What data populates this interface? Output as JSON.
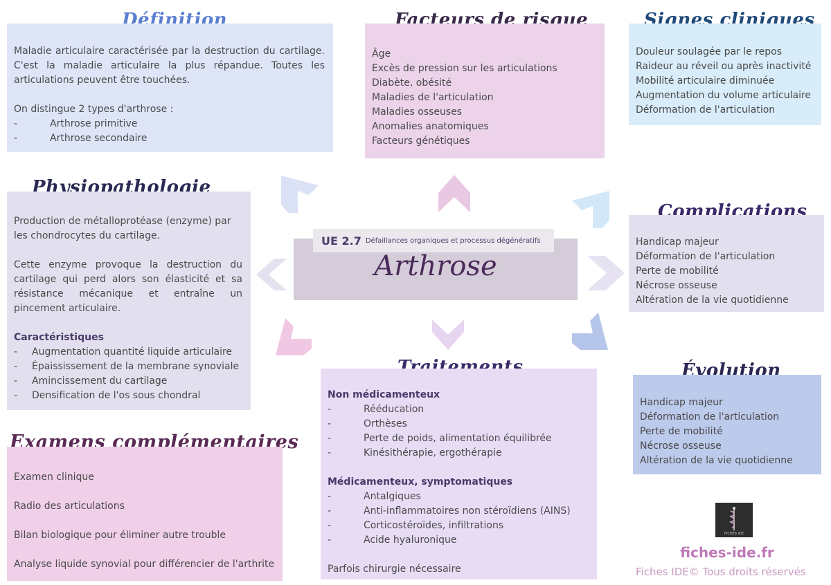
{
  "center": {
    "ue_code": "UE 2.7",
    "ue_label": "Défaillances organiques et processus dégénératifs",
    "title": "Arthrose"
  },
  "definition": {
    "title": "Définition",
    "para1": "Maladie articulaire caractérisée par la destruction du cartilage. C'est la maladie articulaire la plus répandue. Toutes les articulations peuvent être touchées.",
    "para2": "On distingue 2 types d'arthrose :",
    "items": [
      "Arthrose primitive",
      "Arthrose secondaire"
    ]
  },
  "facteurs": {
    "title": "Facteurs de risque",
    "items": [
      "Âge",
      "Excès de pression sur les articulations",
      "Diabète, obésité",
      "Maladies de l'articulation",
      "Maladies osseuses",
      "Anomalies anatomiques",
      "Facteurs génétiques"
    ]
  },
  "signes": {
    "title": "Signes cliniques",
    "items": [
      "Douleur soulagée par le repos",
      "Raideur au réveil ou après inactivité",
      "Mobilité articulaire diminuée",
      "Augmentation du volume articulaire",
      "Déformation de l'articulation"
    ]
  },
  "physio": {
    "title": "Physiopathologie",
    "para1": "Production de métalloprotéase (enzyme) par les chondrocytes du cartilage.",
    "para2": "Cette enzyme provoque la destruction du cartilage qui perd alors son élasticité et sa résistance mécanique et entraîne un pincement articulaire.",
    "sub_title": "Caractéristiques",
    "items": [
      "Augmentation quantité liquide articulaire",
      "Épaississement de la membrane synoviale",
      "Amincissement du cartilage",
      "Densification de l'os sous chondral"
    ]
  },
  "complications": {
    "title": "Complications",
    "items": [
      "Handicap majeur",
      "Déformation de l'articulation",
      "Perte de mobilité",
      "Nécrose osseuse",
      "Altération de la vie quotidienne"
    ]
  },
  "examens": {
    "title": "Examens complémentaires",
    "items": [
      "Examen clinique",
      "Radio des articulations",
      "Bilan biologique pour éliminer autre trouble",
      "Analyse liquide synovial pour différencier de l'arthrite"
    ]
  },
  "traitements": {
    "title": "Traitements",
    "sub1": "Non médicamenteux",
    "items1": [
      "Rééducation",
      "Orthèses",
      "Perte de poids, alimentation équilibrée",
      "Kinésithérapie, ergothérapie"
    ],
    "sub2": "Médicamenteux, symptomatiques",
    "items2": [
      "Antalgiques",
      "Anti-inflammatoires non stéroïdiens (AINS)",
      "Corticostéroïdes, infiltrations",
      "Acide hyaluronique"
    ],
    "footer": "Parfois chirurgie nécessaire"
  },
  "evolution": {
    "title": "Évolution",
    "items": [
      "Handicap majeur",
      "Déformation de l'articulation",
      "Perte de mobilité",
      "Nécrose osseuse",
      "Altération de la vie quotidienne"
    ]
  },
  "brand": {
    "logo_text": "FICHES IDE",
    "site": "fiches-ide.fr",
    "copyright": "Fiches IDE© Tous droits réservés"
  },
  "colors": {
    "blue_light": "#dde5f7",
    "pink": "#ecd3ea",
    "cyan": "#d8ecf9",
    "lilac": "#e2e0ee",
    "violet_light": "#e8dcf5",
    "pink_strong": "#f0cfe8",
    "blue_mid": "#bccaeb",
    "accent_site": "#c07ab8"
  }
}
